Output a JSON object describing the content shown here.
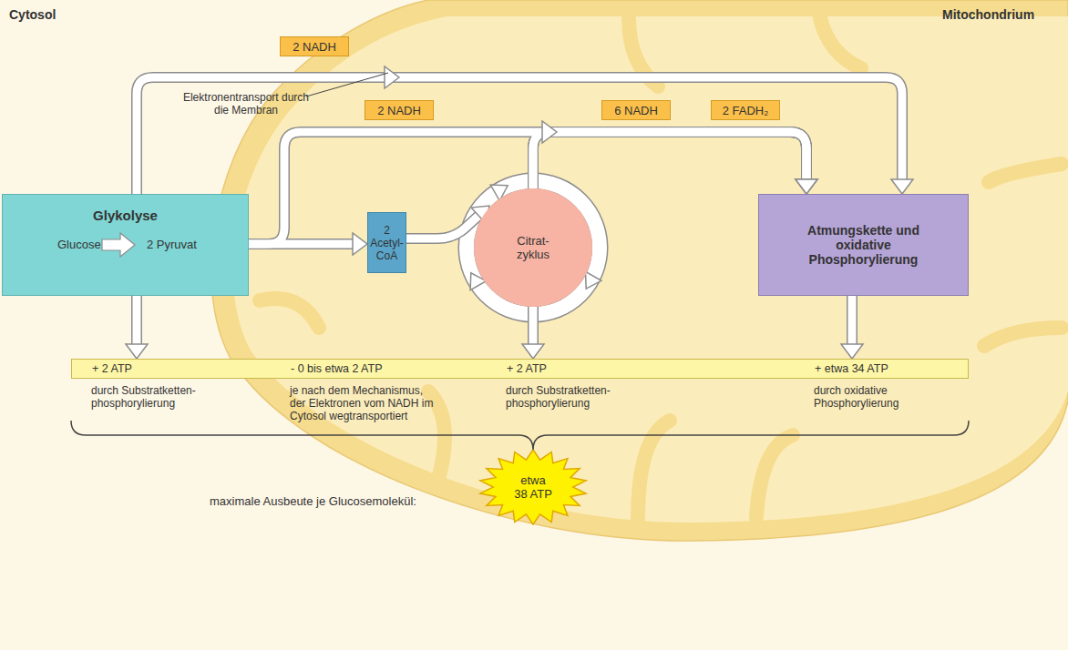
{
  "diagram": {
    "nodes": [
      {
        "text": [
          "Glykolyse",
          "Glucose",
          "2 Pyruvat"
        ]
      },
      {
        "text": [
          "2 Acetyl-CoA"
        ]
      },
      {
        "text": [
          "Citrat- zyklus"
        ]
      },
      {
        "text": [
          "Atmungskette und oxidative Phosphorylierung"
        ]
      },
      {
        "text": [
          "+ 2 ATP",
          "- 0 bis etwa 2 ATP",
          "+ 2 ATP",
          "+ etwa 34 ATP"
        ]
      },
      {
        "text": [
          "etwa 38 ATP"
        ]
      }
    ],
    "edges": [
      {
        "from": 0,
        "to": 1,
        "arrow": "to"
      },
      {
        "from": 1,
        "to": 2,
        "arrow": "to"
      },
      {
        "from": 0,
        "to": 3,
        "arrow": "to",
        "label": "2 NADH"
      },
      {
        "from": 0,
        "to": 3,
        "arrow": "to",
        "label": "2 NADH"
      },
      {
        "from": 2,
        "to": 3,
        "arrow": "to",
        "label": "6 NADH"
      },
      {
        "from": 2,
        "to": 3,
        "arrow": "to",
        "label": "2 FADH₂"
      },
      {
        "from": 0,
        "to": 4,
        "arrow": "to"
      },
      {
        "from": 2,
        "to": 4,
        "arrow": "to"
      },
      {
        "from": 3,
        "to": 4,
        "arrow": "to"
      }
    ],
    "labels": [
      "Cytosol",
      "Mitochondrium",
      "Elektronentransport durch die Membran",
      "durch Substratketten- phosphorylierung",
      "je nach dem Mechanismus, der Elektronen vom NADH im Cytosol wegtransportiert",
      "durch Substratketten- phosphorylierung",
      "durch oxidative Phosphorylierung",
      "maximale Ausbeute je Glucosemolekül:"
    ]
  }
}
